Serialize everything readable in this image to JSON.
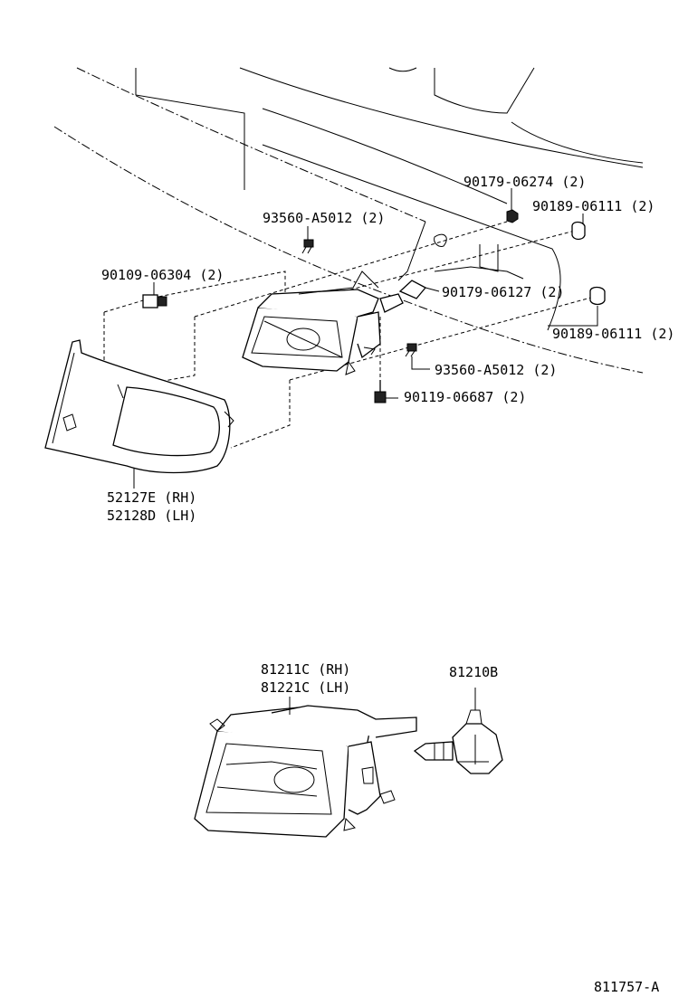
{
  "diagram_id": "811757-A",
  "labels": {
    "nut_top": "90179-06274 (2)",
    "clip_right_top": "90189-06111 (2)",
    "screw_top": "93560-A5012 (2)",
    "bolt_left": "90109-06304 (2)",
    "nut_mid": "90179-06127 (2)",
    "clip_right_mid": "90189-06111 (2)",
    "screw_mid": "93560-A5012 (2)",
    "bolt_bottom": "90119-06687 (2)",
    "bezel_rh": "52127E (RH)",
    "bezel_lh": "52128D (LH)",
    "lamp_rh": "81211C (RH)",
    "lamp_lh": "81221C (LH)",
    "bulb": "81210B"
  }
}
